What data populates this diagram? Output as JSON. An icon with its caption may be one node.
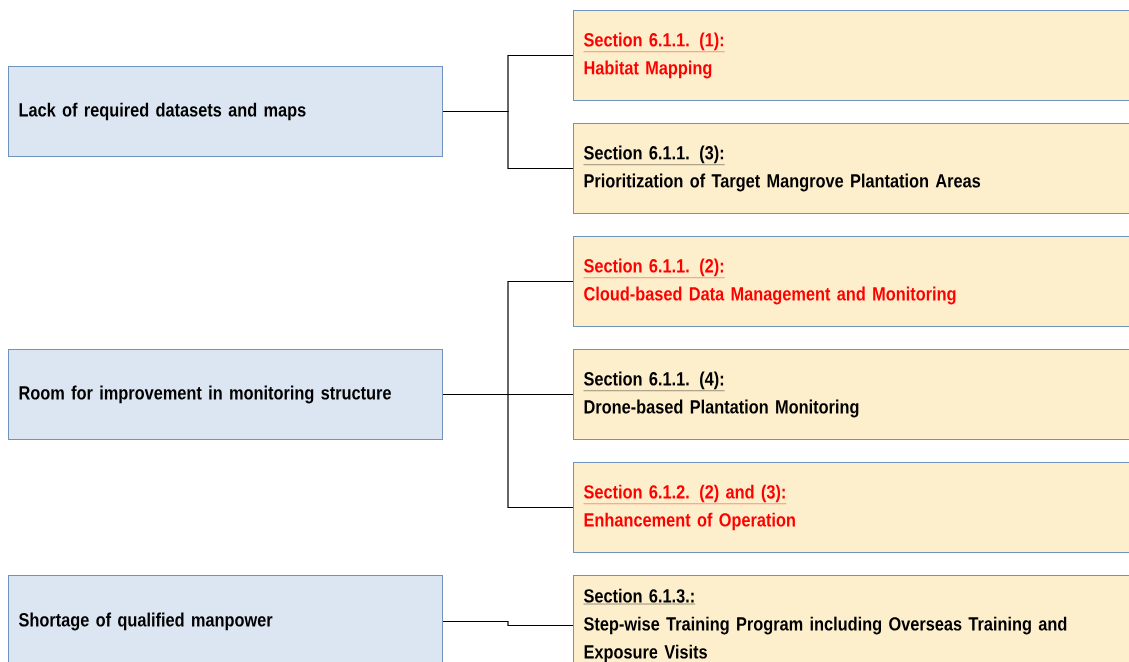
{
  "diagram": {
    "nodes": [
      {
        "text": [
          "Lack of required datasets and maps"
        ]
      },
      {
        "text": [
          "Section 6.1.1. (1):",
          "Habitat Mapping"
        ]
      },
      {
        "text": [
          "Section 6.1.1. (3):",
          "Prioritization of Target Mangrove Plantation Areas"
        ]
      },
      {
        "text": [
          "Room for improvement in monitoring structure"
        ]
      },
      {
        "text": [
          "Section 6.1.1. (2):",
          "Cloud-based Data Management and Monitoring"
        ]
      },
      {
        "text": [
          "Section 6.1.1. (4):",
          "Drone-based Plantation Monitoring"
        ]
      },
      {
        "text": [
          "Section 6.1.2. (2) and (3):",
          "Enhancement of Operation"
        ]
      },
      {
        "text": [
          "Shortage of qualified manpower"
        ]
      },
      {
        "text": [
          "Section 6.1.3.:",
          "Step-wise Training Program including Overseas Training and Exposure Visits"
        ]
      }
    ],
    "edges": [
      {
        "from": 0,
        "to": 1,
        "arrow": "none"
      },
      {
        "from": 0,
        "to": 2,
        "arrow": "none"
      },
      {
        "from": 3,
        "to": 4,
        "arrow": "none"
      },
      {
        "from": 3,
        "to": 5,
        "arrow": "none"
      },
      {
        "from": 3,
        "to": 6,
        "arrow": "none"
      },
      {
        "from": 7,
        "to": 8,
        "arrow": "none"
      }
    ]
  }
}
